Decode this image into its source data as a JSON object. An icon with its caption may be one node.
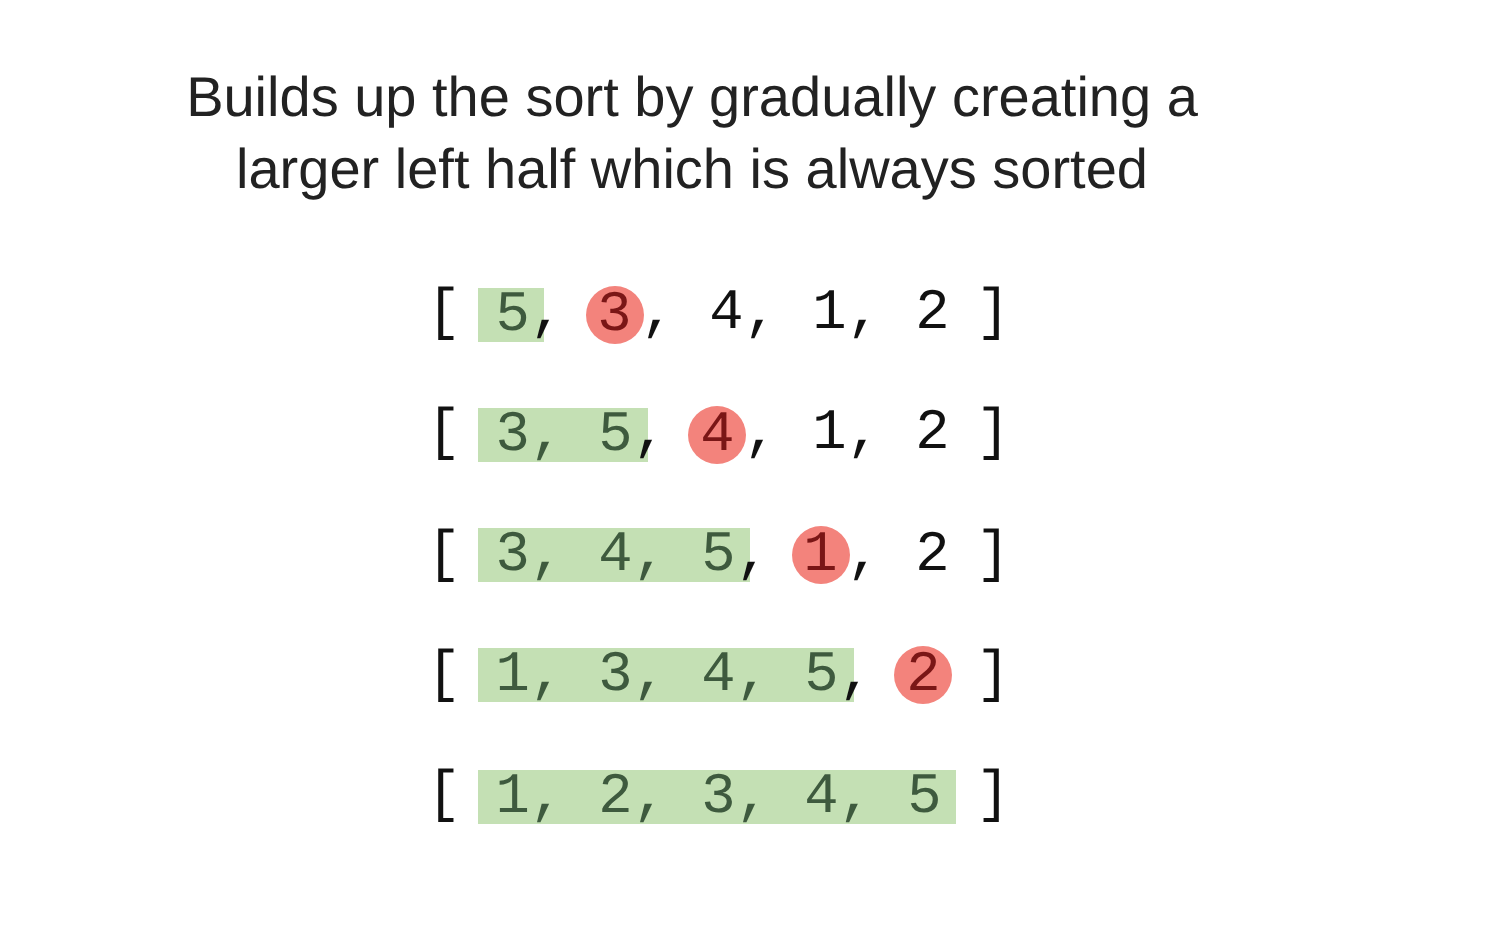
{
  "diagram": {
    "title": "Builds up the sort by gradually creating a larger left half which is always sorted",
    "nodes": [
      {
        "text": [
          "5"
        ]
      },
      {
        "text": [
          "3"
        ]
      },
      {
        "text": [
          "3, 5"
        ]
      },
      {
        "text": [
          "4"
        ]
      },
      {
        "text": [
          "3, 4, 5"
        ]
      },
      {
        "text": [
          "1"
        ]
      },
      {
        "text": [
          "1, 3, 4, 5"
        ]
      },
      {
        "text": [
          "2"
        ]
      },
      {
        "text": [
          "1, 2, 3, 4, 5"
        ]
      }
    ],
    "labels": [
      "[",
      ",",
      ", 4, 1, 2",
      "]",
      "[",
      ",",
      ", 1, 2",
      "]",
      "[",
      ",",
      ", 2",
      "]",
      "[",
      ",",
      "]",
      "[",
      "]"
    ]
  }
}
